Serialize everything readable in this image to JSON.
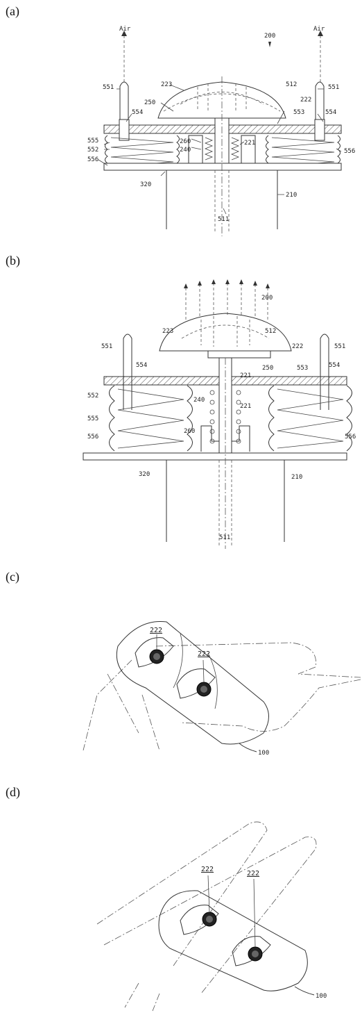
{
  "panels": [
    {
      "label": "(a)"
    },
    {
      "label": "(b)"
    },
    {
      "label": "(c)"
    },
    {
      "label": "(d)"
    }
  ],
  "a": {
    "air_left": "Air",
    "air_right": "Air",
    "n200": "200",
    "n223": "223",
    "n512": "512",
    "n222": "222",
    "n551_l": "551",
    "n551_r": "551",
    "n250": "250",
    "n554_l": "554",
    "n554_r": "554",
    "n553": "553",
    "n555": "555",
    "n552": "552",
    "n556_l": "556",
    "n556_r": "556",
    "n260": "260",
    "n240": "240",
    "n221": "221",
    "n320": "320",
    "n210": "210",
    "n511": "511"
  },
  "b": {
    "n200": "200",
    "n223": "223",
    "n512": "512",
    "n222": "222",
    "n551_l": "551",
    "n551_r": "551",
    "n554_l": "554",
    "n554_r": "554",
    "n221_top": "221",
    "n250": "250",
    "n553": "553",
    "n552": "552",
    "n555": "555",
    "n556_l": "556",
    "n556_r": "556",
    "n240": "240",
    "n221": "221",
    "n260": "260",
    "n320": "320",
    "n210": "210",
    "n511": "511"
  },
  "c": {
    "n222_a": "222",
    "n222_b": "222",
    "n100": "100"
  },
  "d": {
    "n222_a": "222",
    "n222_b": "222",
    "n100": "100"
  }
}
